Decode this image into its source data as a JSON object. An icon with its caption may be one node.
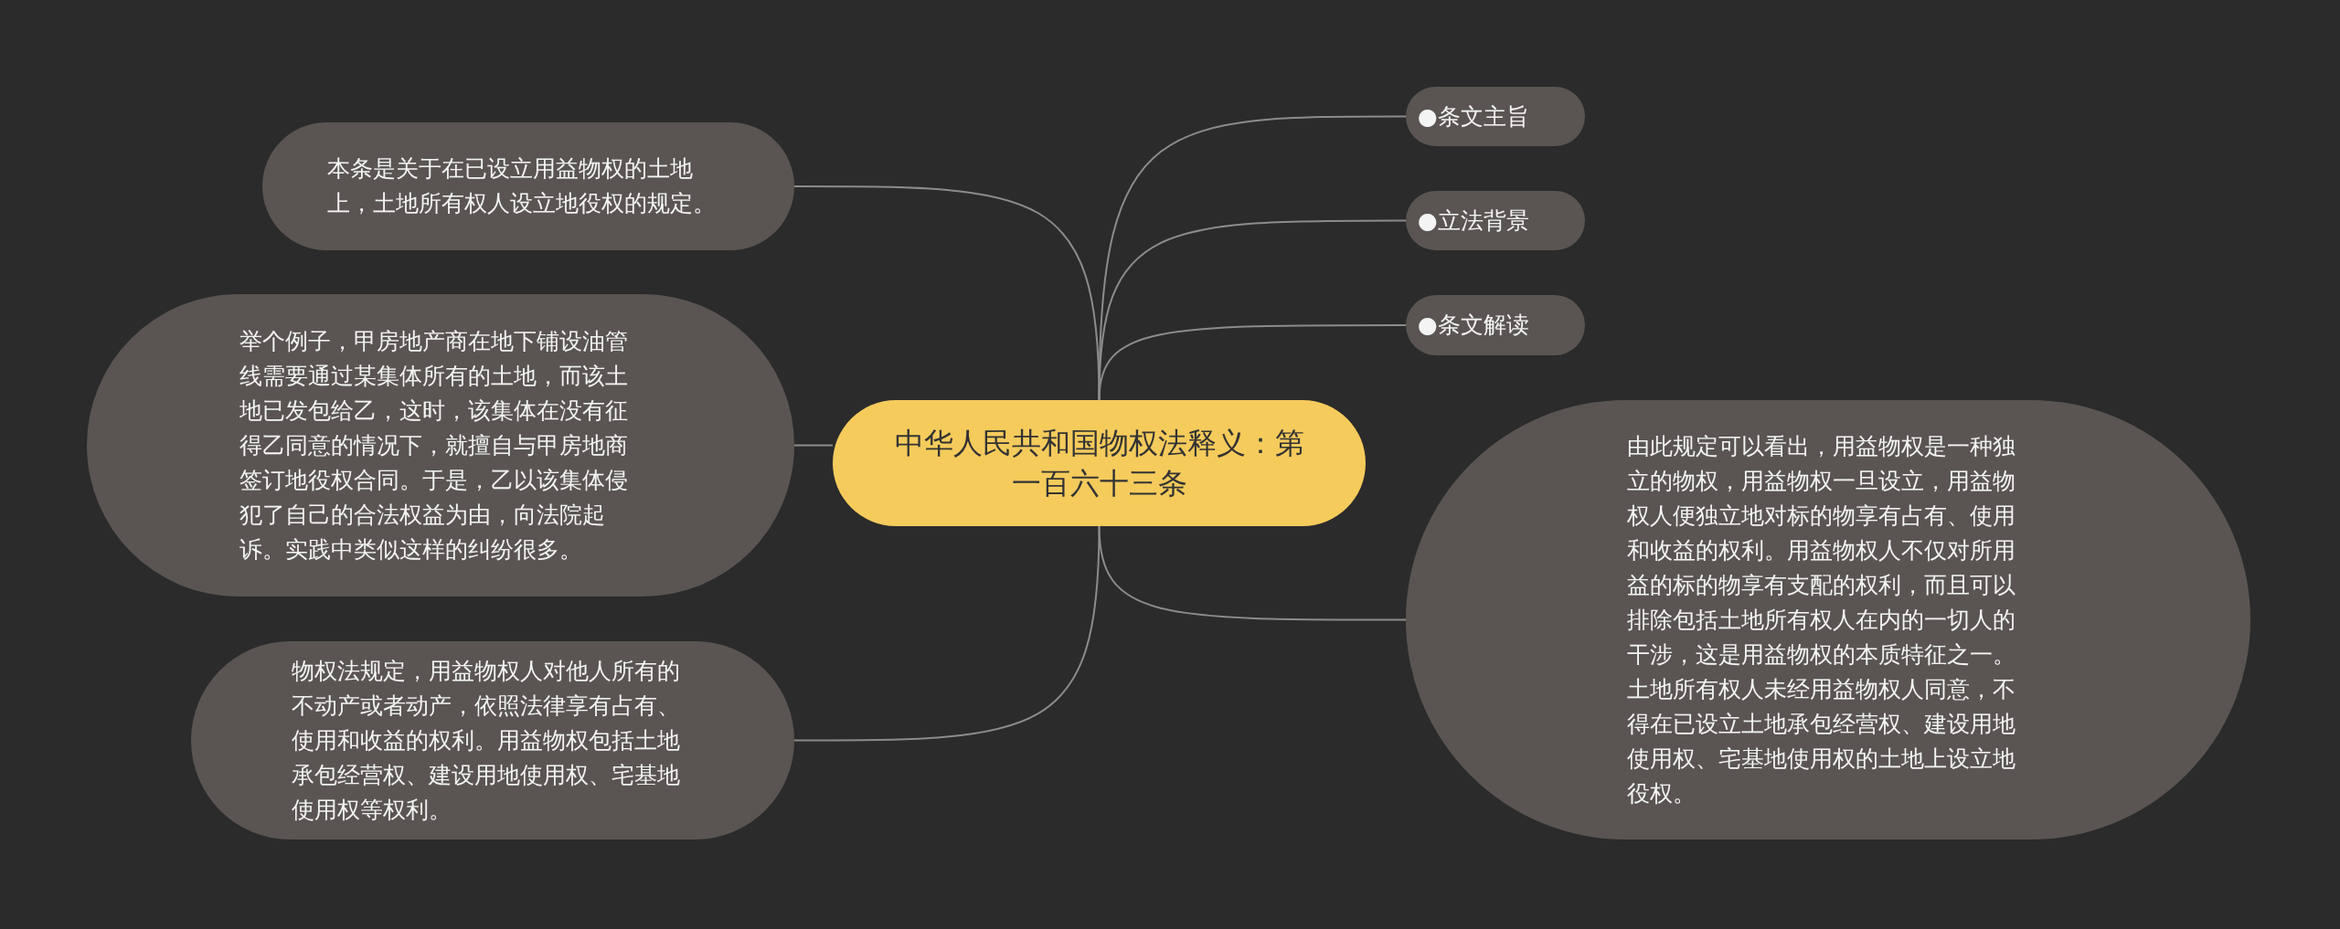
{
  "diagram": {
    "nodes": [
      {
        "text": [
          "中华人民共和国物权法释义：第一百六十三条"
        ]
      },
      {
        "text": [
          "本条是关于在已设立用益物权的土地上，土地所有权人设立地役权的规定。"
        ]
      },
      {
        "text": [
          "举个例子，甲房地产商在地下铺设油管线需要通过某集体所有的土地，而该土地已发包给乙，这时，该集体在没有征得乙同意的情况下，就擅自与甲房地商签订地役权合同。于是，乙以该集体侵犯了自己的合法权益为由，向法院起诉。实践中类似这样的纠纷很多。"
        ]
      },
      {
        "text": [
          "物权法规定，用益物权人对他人所有的不动产或者动产，依照法律享有占有、使用和收益的权利。用益物权包括土地承包经营权、建设用地使用权、宅基地使用权等权利。"
        ]
      },
      {
        "text": [
          "●条文主旨"
        ]
      },
      {
        "text": [
          "●立法背景"
        ]
      },
      {
        "text": [
          "●条文解读"
        ]
      },
      {
        "text": [
          "由此规定可以看出，用益物权是一种独立的物权，用益物权一旦设立，用益物权人便独立地对标的物享有占有、使用和收益的权利。用益物权人不仅对所用益的标的物享有支配的权利，而且可以排除包括土地所有权人在内的一切人的干涉，这是用益物权的本质特征之一。土地所有权人未经用益物权人同意，不得在已设立土地承包经营权、建设用地使用权、宅基地使用权的土地上设立地役权。"
        ]
      }
    ],
    "edges": [
      {
        "from": 0,
        "to": 1,
        "arrow": "none"
      },
      {
        "from": 0,
        "to": 2,
        "arrow": "none"
      },
      {
        "from": 0,
        "to": 3,
        "arrow": "none"
      },
      {
        "from": 0,
        "to": 4,
        "arrow": "none"
      },
      {
        "from": 0,
        "to": 5,
        "arrow": "none"
      },
      {
        "from": 0,
        "to": 6,
        "arrow": "none"
      },
      {
        "from": 0,
        "to": 7,
        "arrow": "none"
      }
    ]
  }
}
